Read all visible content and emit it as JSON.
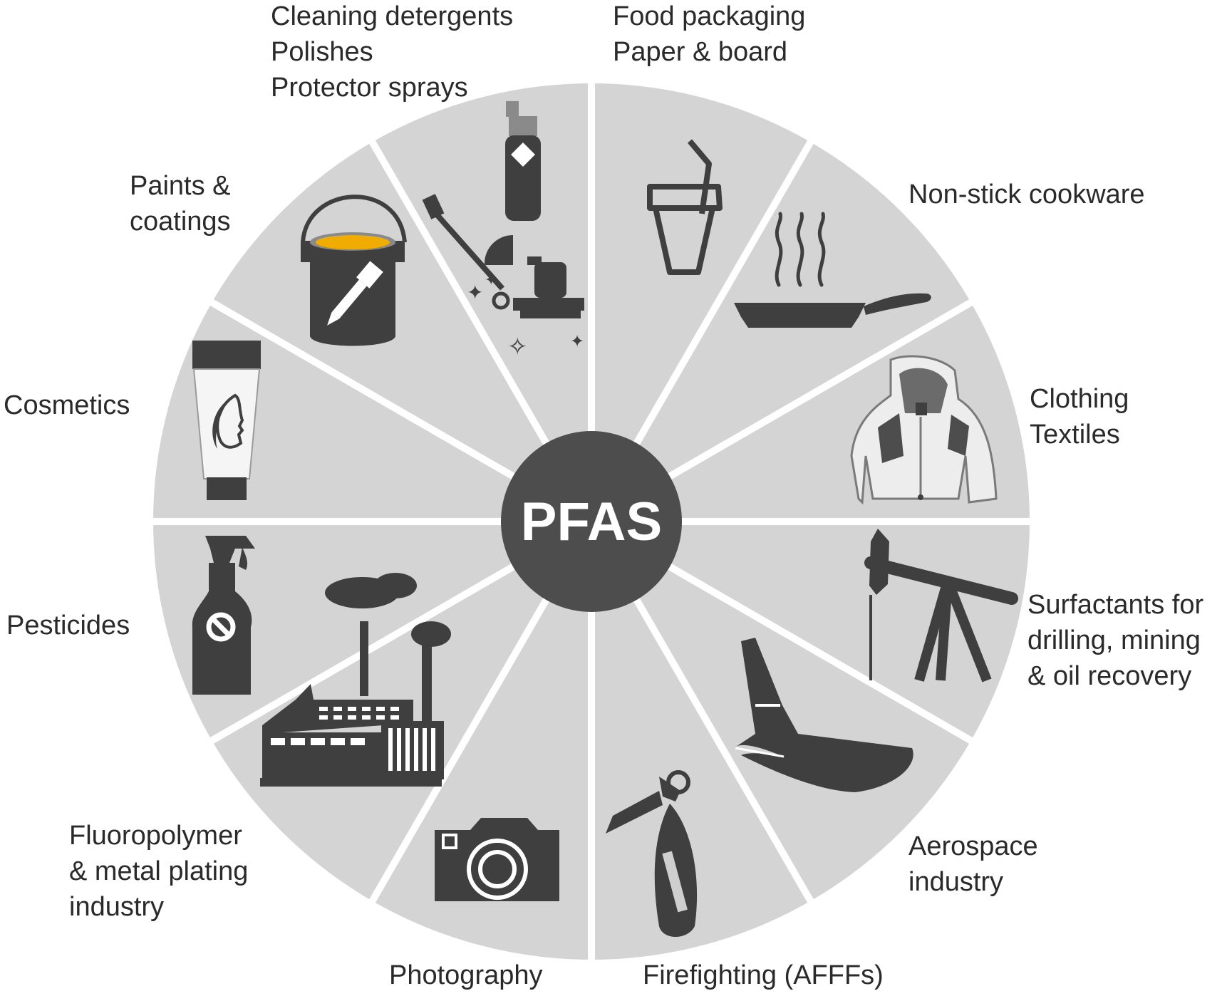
{
  "center_label": "PFAS",
  "colors": {
    "wedge": "#d4d4d4",
    "center": "#4d4d4d",
    "icon": "#3f3f3f",
    "accent_paint": "#f0ac00",
    "text": "#2a2a2a"
  },
  "categories": [
    {
      "id": "cleaning",
      "lines": [
        "Cleaning detergents",
        "Polishes",
        "Protector sprays"
      ],
      "icon": "spray-can-and-floor-polisher-icon"
    },
    {
      "id": "food",
      "lines": [
        "Food packaging",
        "Paper & board"
      ],
      "icon": "drink-cup-icon"
    },
    {
      "id": "cookware",
      "lines": [
        "Non-stick cookware"
      ],
      "icon": "frying-pan-icon"
    },
    {
      "id": "clothing",
      "lines": [
        "Clothing",
        "Textiles"
      ],
      "icon": "jacket-icon"
    },
    {
      "id": "surfactants",
      "lines": [
        "Surfactants for",
        "drilling, mining",
        "& oil recovery"
      ],
      "icon": "oil-pump-jack-icon"
    },
    {
      "id": "aerospace",
      "lines": [
        "Aerospace",
        "industry"
      ],
      "icon": "airplane-tail-icon"
    },
    {
      "id": "firefighting",
      "lines": [
        "Firefighting (AFFFs)"
      ],
      "icon": "fire-extinguisher-icon"
    },
    {
      "id": "photography",
      "lines": [
        "Photography"
      ],
      "icon": "camera-icon"
    },
    {
      "id": "fluoropolymer",
      "lines": [
        "Fluoropolymer",
        "& metal plating",
        "industry"
      ],
      "icon": "factory-icon"
    },
    {
      "id": "pesticides",
      "lines": [
        "Pesticides"
      ],
      "icon": "spray-bottle-icon"
    },
    {
      "id": "cosmetics",
      "lines": [
        "Cosmetics"
      ],
      "icon": "cosmetic-tube-icon"
    },
    {
      "id": "paints",
      "lines": [
        "Paints &",
        "coatings"
      ],
      "icon": "paint-can-icon"
    }
  ]
}
